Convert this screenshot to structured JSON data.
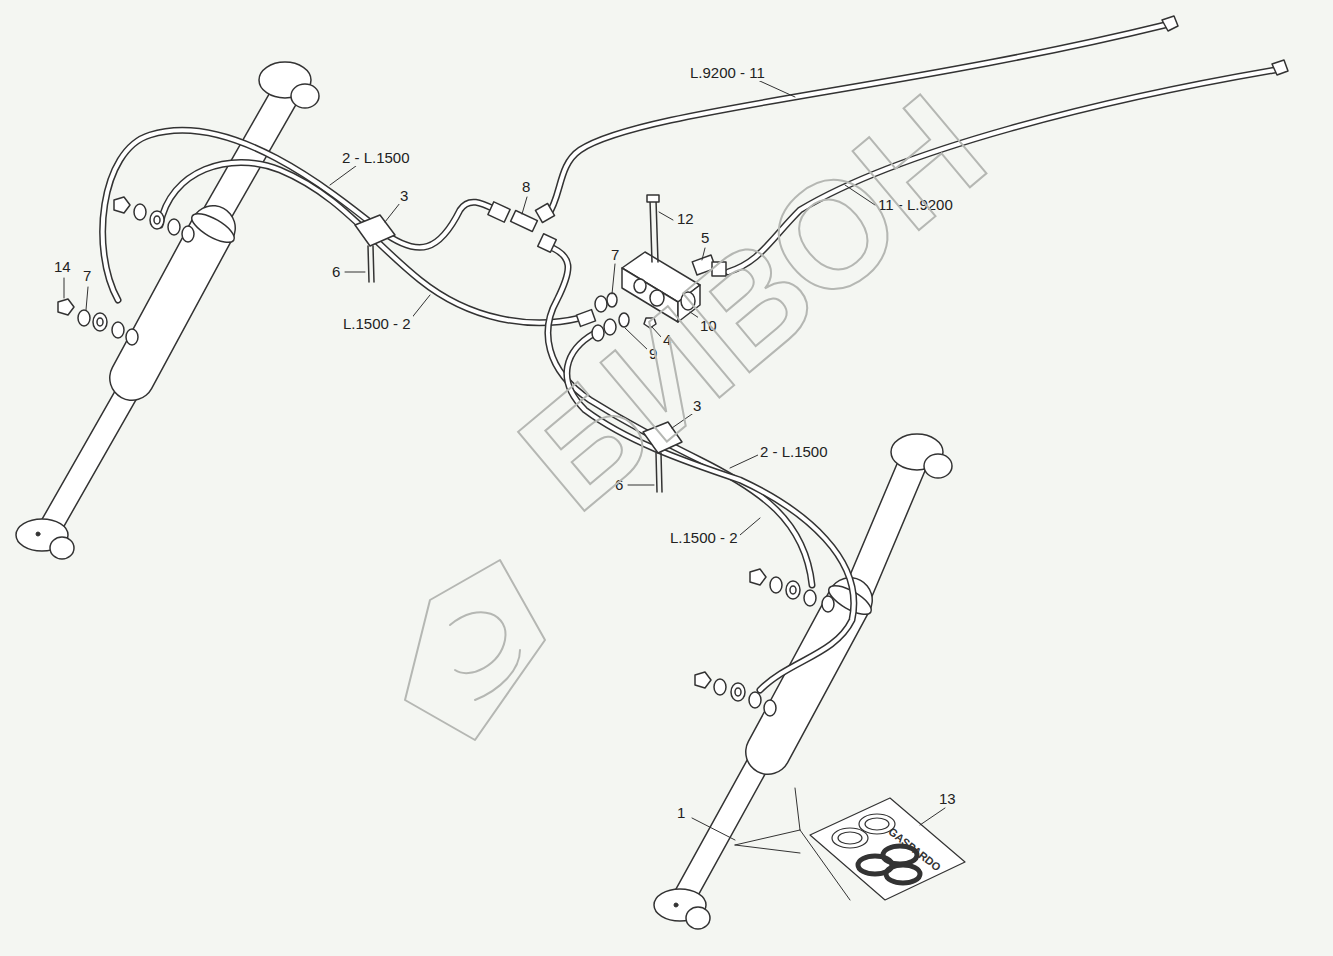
{
  "diagram": {
    "labels": [
      "L.9200 - 11",
      "2 - L.1500",
      "3",
      "8",
      "12",
      "11 - L.9200",
      "5",
      "14",
      "7",
      "6",
      "7",
      "L.1500 - 2",
      "10",
      "4",
      "9",
      "3",
      "2 - L.1500",
      "6",
      "L.1500 - 2",
      "13",
      "1",
      "GASPARDO",
      "БИВОН"
    ]
  }
}
